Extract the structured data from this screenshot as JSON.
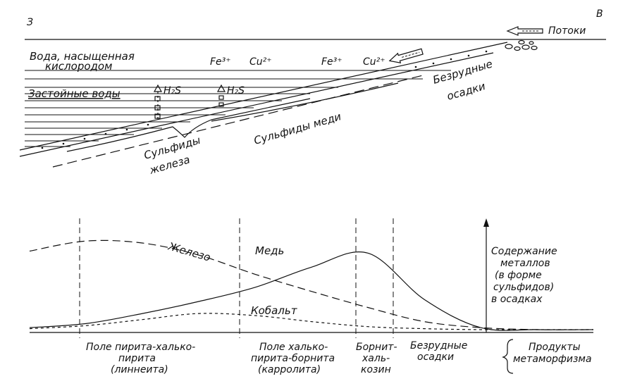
{
  "top_section": {
    "corner_left": "З",
    "corner_right": "В",
    "currents_label": "Потоки",
    "water_oxygen_line1": "Вода, насыщенная",
    "water_oxygen_line2": "кислородом",
    "stagnant_water": "Застойные воды",
    "ion_fe_left": "Fe³⁺",
    "ion_cu_left": "Cu²⁺",
    "ion_fe_right": "Fe³⁺",
    "ion_cu_right": "Cu²⁺",
    "h2s_left": "H₂S",
    "h2s_right": "H₂S",
    "barren_line1": "Безрудные",
    "barren_line2": "осадки",
    "iron_sulfides_line1": "Сульфиды",
    "iron_sulfides_line2": "железа",
    "copper_sulfides": "Сульфиды меди"
  },
  "graph_section": {
    "curves": {
      "iron": "Железо",
      "copper": "Медь",
      "cobalt": "Кобальт"
    },
    "axis_label_lines": [
      "Содержание",
      "металлов",
      "(в форме",
      "сульфидов)",
      "в осадках"
    ],
    "zones": {
      "zone1": [
        "Поле пирита-халько-",
        "пирита",
        "(линнеита)"
      ],
      "zone2": [
        "Поле халько-",
        "пирита-борнита",
        "(карролита)"
      ],
      "zone3": [
        "Борнит-",
        "халь-",
        "козин"
      ],
      "zone4": [
        "Безрудные",
        "осадки"
      ],
      "zone5": [
        "Продукты",
        "метаморфизма"
      ]
    }
  },
  "chart_data": {
    "type": "line",
    "x": [
      0,
      1,
      2,
      3,
      4,
      5,
      6,
      7,
      8,
      9,
      10
    ],
    "series": [
      {
        "name": "Железо",
        "values": [
          0.78,
          0.88,
          0.86,
          0.74,
          0.55,
          0.38,
          0.22,
          0.08,
          0.02,
          0.0,
          0.0
        ]
      },
      {
        "name": "Медь",
        "values": [
          0.02,
          0.06,
          0.16,
          0.28,
          0.42,
          0.62,
          0.76,
          0.3,
          0.02,
          0.0,
          0.0
        ]
      },
      {
        "name": "Кобальт",
        "values": [
          0.01,
          0.04,
          0.1,
          0.16,
          0.14,
          0.08,
          0.03,
          0.01,
          0.0,
          0.0,
          0.0
        ]
      }
    ],
    "ylabel": "Содержание металлов (в форме сульфидов) в осадках",
    "ylim": [
      0,
      1
    ]
  }
}
